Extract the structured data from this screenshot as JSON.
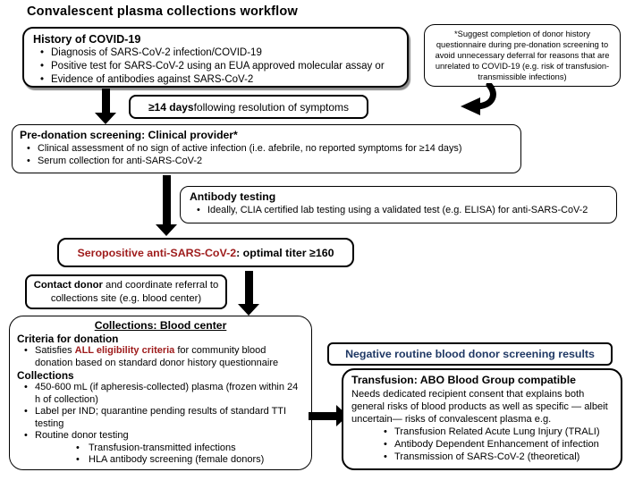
{
  "title": "Convalescent plasma collections workflow",
  "colors": {
    "dark_red": "#9e1b1b",
    "navy_blue": "#1f3864",
    "arrow_black": "#000000"
  },
  "history_box": {
    "title": "History of COVID-19",
    "bullets": [
      "Diagnosis of SARS-CoV-2 infection/COVID-19",
      "Positive test for SARS-CoV-2 using an EUA approved molecular assay  or",
      "Evidence of antibodies against SARS-CoV-2"
    ]
  },
  "note_box": {
    "text": "*Suggest completion of donor history questionnaire during pre-donation screening to avoid unnecessary deferral for reasons that are unrelated to COVID-19 (e.g. risk of transfusion-transmissible infections)"
  },
  "delay_box": {
    "bold": "≥14 days",
    "rest": " following resolution of symptoms"
  },
  "predonation_box": {
    "title": "Pre-donation screening: Clinical provider*",
    "bullets": [
      "Clinical assessment of no sign of active infection (i.e. afebrile, no reported symptoms for ≥14 days)",
      "Serum collection for anti-SARS-CoV-2"
    ]
  },
  "antibody_box": {
    "title": "Antibody testing",
    "bullets": [
      "Ideally, CLIA certified lab testing using a validated test (e.g. ELISA) for anti-SARS-CoV-2"
    ]
  },
  "seropositive_box": {
    "red": "Seropositive anti-SARS-CoV-2",
    "rest": ": optimal titer ≥160"
  },
  "contact_box": {
    "bold": "Contact donor",
    "rest": " and coordinate referral to collections site (e.g. blood center)"
  },
  "collections_box": {
    "title": "Collections: Blood center",
    "criteria_heading": "Criteria for donation",
    "criteria_bullet": {
      "pre": "Satisfies ",
      "red": "ALL eligibility criteria",
      "post": " for community blood donation based on standard donor history questionnaire"
    },
    "collections_heading": "Collections",
    "bullets": [
      "450-600 mL (if apheresis-collected) plasma (frozen within 24 h of collection)",
      "Label per IND; quarantine pending results of standard TTI testing",
      "Routine donor testing"
    ],
    "sub_bullets": [
      "Transfusion-transmitted infections",
      "HLA antibody screening (female donors)"
    ]
  },
  "negative_box": {
    "text": "Negative routine blood donor screening results"
  },
  "transfusion_box": {
    "title": "Transfusion: ABO Blood Group compatible",
    "body": "Needs dedicated recipient consent that explains both general risks of blood products as well as specific — albeit uncertain— risks of convalescent plasma e.g.",
    "bullets": [
      "Transfusion Related Acute Lung Injury (TRALI)",
      "Antibody Dependent Enhancement of infection",
      "Transmission of SARS-CoV-2 (theoretical)"
    ]
  }
}
